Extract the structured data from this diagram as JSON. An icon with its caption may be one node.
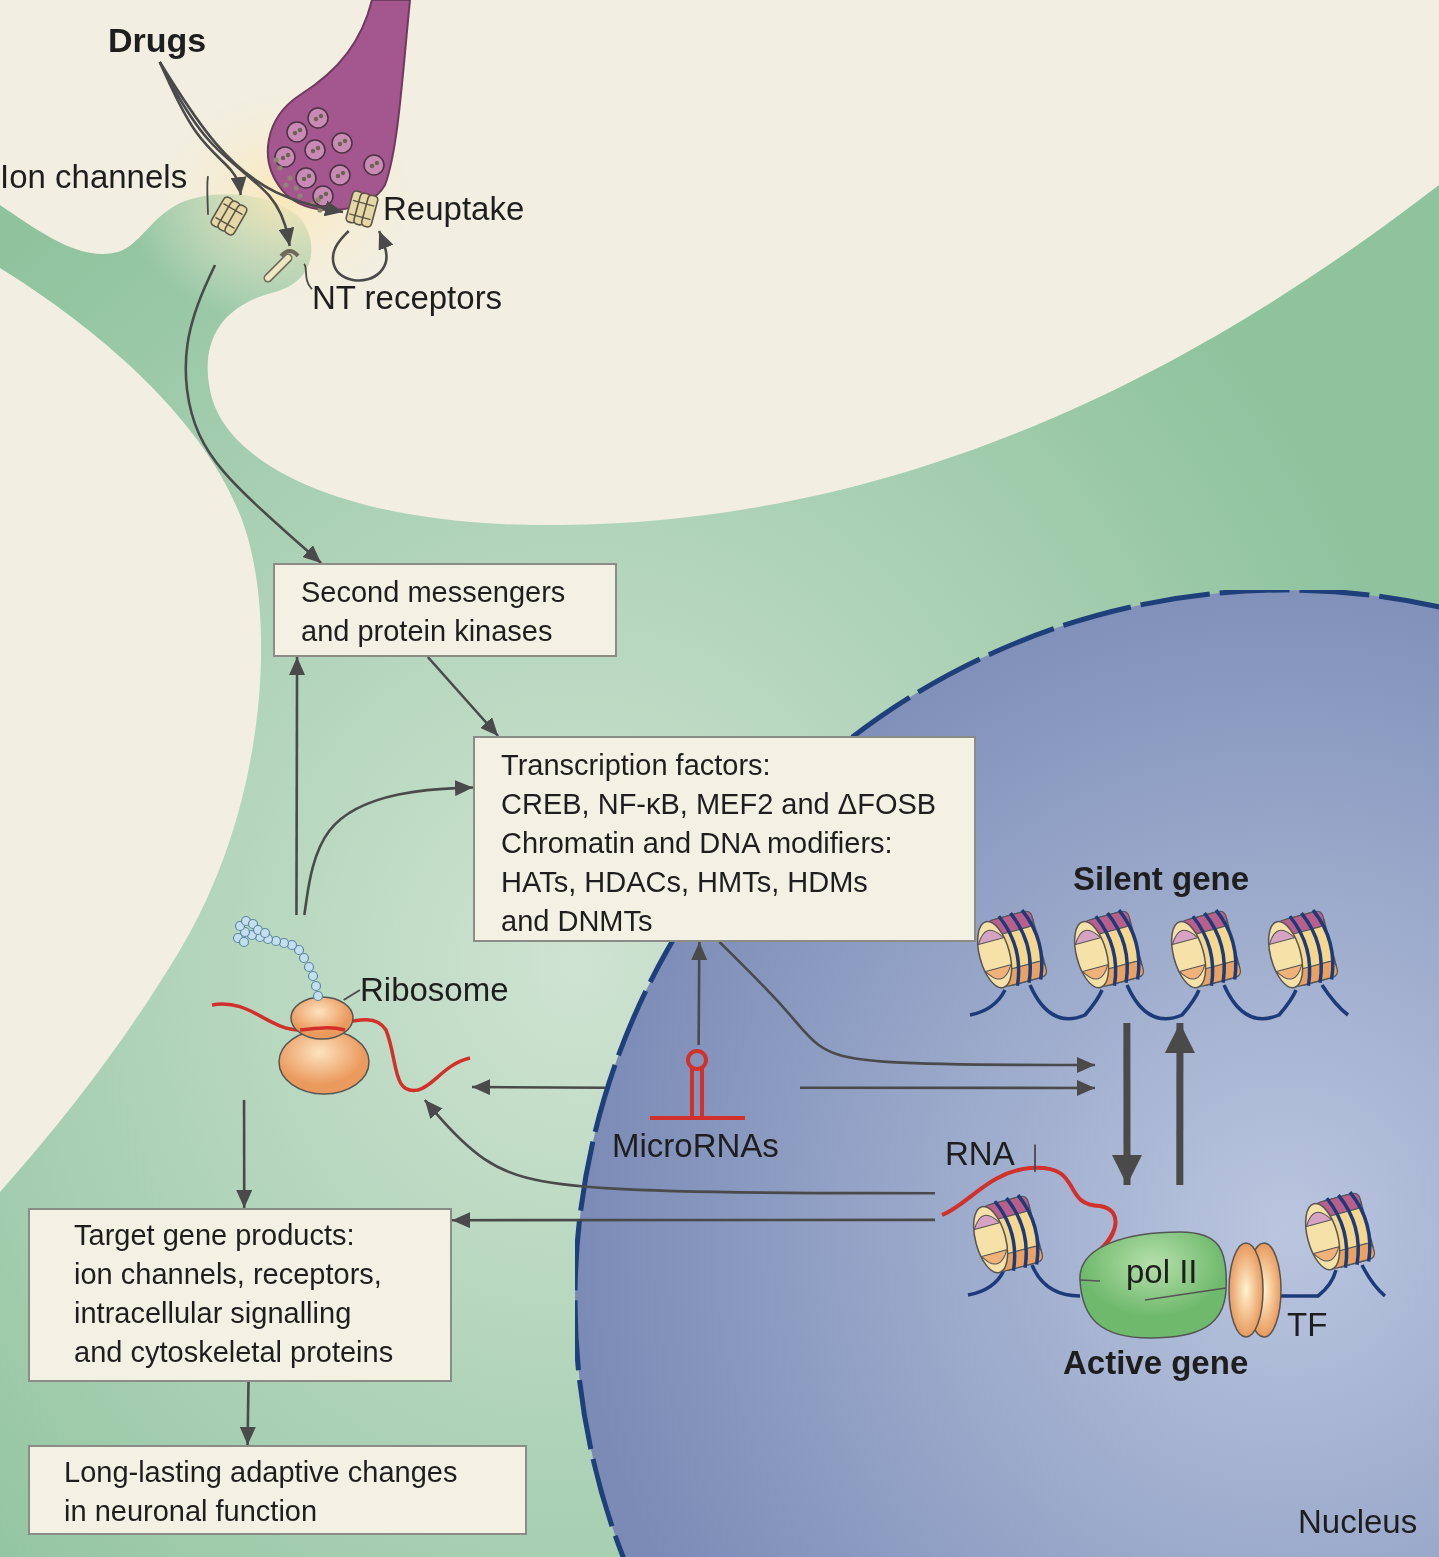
{
  "diagram": {
    "nodes": [
      {
        "text": [
          "Drugs"
        ]
      },
      {
        "text": [
          "Ion channels"
        ]
      },
      {
        "text": [],
        "shape": "picture"
      },
      {
        "text": [],
        "shape": "picture"
      },
      {
        "text": [],
        "shape": "picture"
      },
      {
        "text": [
          "NT receptors"
        ]
      },
      {
        "text": [
          "Second messengers and protein kinases"
        ]
      },
      {
        "text": [
          "Transcription factors:",
          "CREB, NF-κB, MEF2 and ΔFOSB",
          "Chromatin and DNA modifiers:",
          "HATs, HDACs, HMTs, HDMs and DNMTs"
        ]
      },
      {
        "text": [],
        "shape": "picture"
      },
      {
        "text": [
          "Ribosome"
        ]
      },
      {
        "text": [
          "Nucleus"
        ]
      },
      {
        "text": [
          "MicroRNAs"
        ],
        "in": 10
      },
      {
        "text": [
          "Silent gene"
        ],
        "in": 10
      },
      {
        "text": [
          "RNA"
        ],
        "in": 10
      },
      {
        "text": [
          "Active gene"
        ],
        "in": 10
      },
      {
        "text": [
          "pol II"
        ],
        "in": 14
      },
      {
        "text": [
          "TF"
        ],
        "in": 14
      },
      {
        "text": [
          "Target gene products:",
          "ion channels, receptors, intracellular signalling and cytoskeletal proteins"
        ]
      },
      {
        "text": [
          "Long-lasting adaptive changes in neuronal function"
        ]
      }
    ],
    "edges": [
      {
        "from": 0,
        "to": 2,
        "arrow": "to"
      },
      {
        "from": 0,
        "to": 4,
        "arrow": "to"
      },
      {
        "from": 0,
        "to": 3,
        "arrow": "to"
      },
      {
        "from": 1,
        "to": 2,
        "arrow": "none"
      },
      {
        "from": 5,
        "to": 4,
        "arrow": "none"
      },
      {
        "from": null,
        "to": 6,
        "arrow": "to"
      },
      {
        "from": 6,
        "to": 7,
        "arrow": "to"
      },
      {
        "from": 8,
        "to": 6,
        "arrow": "to"
      },
      {
        "from": 8,
        "to": 7,
        "arrow": "to"
      },
      {
        "from": 11,
        "to": 7,
        "arrow": "to"
      },
      {
        "from": 11,
        "to": 8,
        "arrow": "to"
      },
      {
        "from": 11,
        "to": null,
        "arrow": "to"
      },
      {
        "from": 7,
        "to": null,
        "arrow": "to"
      },
      {
        "from": 12,
        "to": 14,
        "arrow": "to",
        "style": "thick"
      },
      {
        "from": 14,
        "to": 12,
        "arrow": "to",
        "style": "thick"
      },
      {
        "from": 14,
        "to": 8,
        "arrow": "to"
      },
      {
        "from": 14,
        "to": 17,
        "arrow": "to"
      },
      {
        "from": 8,
        "to": 17,
        "arrow": "to"
      },
      {
        "from": 17,
        "to": 18,
        "arrow": "to"
      },
      {
        "from": 9,
        "to": 8,
        "arrow": "none"
      },
      {
        "from": 13,
        "to": null,
        "arrow": "none"
      },
      {
        "from": 3,
        "to": 3,
        "arrow": "to"
      }
    ],
    "labels": [
      "Reuptake"
    ]
  }
}
